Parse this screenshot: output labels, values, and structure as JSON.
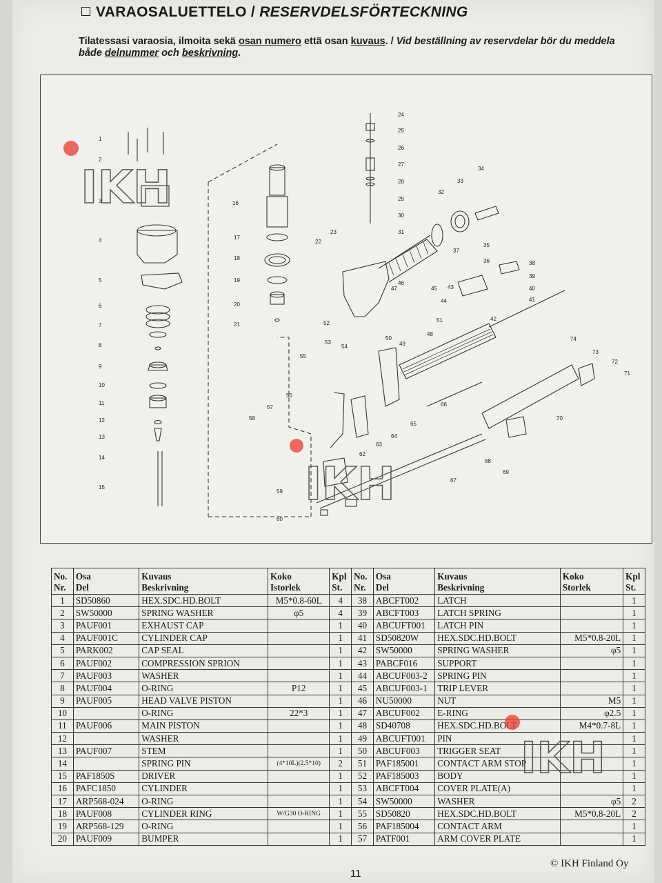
{
  "header": {
    "title_fi": "VARAOSALUETTELO",
    "title_sep": " / ",
    "title_sv": "RESERVDELSFÖRTECKNING",
    "intro": {
      "fi_1": "Tilatessasi varaosia, ilmoita sekä ",
      "fi_part_no": "osan numero",
      "fi_2": " että osan ",
      "fi_desc": "kuvaus",
      "fi_3": ". / ",
      "sv_1": "Vid beställning av reservdelar bör du meddela både ",
      "sv_part_no": "delnummer",
      "sv_2": " och ",
      "sv_desc": "beskrivning",
      "sv_3": "."
    }
  },
  "watermark": "IKH",
  "callouts": [
    "1",
    "2",
    "3",
    "4",
    "5",
    "6",
    "7",
    "8",
    "9",
    "10",
    "11",
    "12",
    "13",
    "14",
    "15",
    "16",
    "17",
    "18",
    "19",
    "20",
    "21",
    "22",
    "23",
    "24",
    "25",
    "26",
    "27",
    "28",
    "29",
    "30",
    "31",
    "32",
    "33",
    "34",
    "35",
    "36",
    "37",
    "38",
    "39",
    "40",
    "41",
    "42",
    "43",
    "44",
    "45",
    "46",
    "47",
    "48",
    "49",
    "50",
    "51",
    "52",
    "53",
    "54",
    "55",
    "56",
    "57",
    "58",
    "59",
    "60",
    "62",
    "63",
    "64",
    "65",
    "66",
    "67",
    "68",
    "69",
    "70",
    "71",
    "72",
    "73",
    "74"
  ],
  "table": {
    "headers": {
      "no": [
        "No.",
        "Nr."
      ],
      "part": [
        "Osa",
        "Del"
      ],
      "desc": [
        "Kuvaus",
        "Beskrivning"
      ],
      "size": [
        "Koko",
        "Istorlek"
      ],
      "qty": [
        "Kpl",
        "St."
      ],
      "size_right": [
        "Koko",
        "Storlek"
      ]
    },
    "left": [
      {
        "no": "1",
        "part": "SD50860",
        "desc": "HEX.SDC.HD.BOLT",
        "size": "M5*0.8-60L",
        "qty": "4"
      },
      {
        "no": "2",
        "part": "SW50000",
        "desc": "SPRING WASHER",
        "size": "φ5",
        "qty": "4"
      },
      {
        "no": "3",
        "part": "PAUF001",
        "desc": "EXHAUST CAP",
        "size": "",
        "qty": "1"
      },
      {
        "no": "4",
        "part": "PAUF001C",
        "desc": "CYLINDER CAP",
        "size": "",
        "qty": "1"
      },
      {
        "no": "5",
        "part": "PARK002",
        "desc": "CAP SEAL",
        "size": "",
        "qty": "1"
      },
      {
        "no": "6",
        "part": "PAUF002",
        "desc": "COMPRESSION SPRION",
        "size": "",
        "qty": "1"
      },
      {
        "no": "7",
        "part": "PAUF003",
        "desc": "WASHER",
        "size": "",
        "qty": "1"
      },
      {
        "no": "8",
        "part": "PAUF004",
        "desc": "O-RING",
        "size": "P12",
        "qty": "1"
      },
      {
        "no": "9",
        "part": "PAUF005",
        "desc": "HEAD VALVE PISTON",
        "size": "",
        "qty": "1"
      },
      {
        "no": "10",
        "part": "",
        "desc": "O-RING",
        "size": "22*3",
        "qty": "1"
      },
      {
        "no": "11",
        "part": "PAUF006",
        "desc": "MAIN PISTON",
        "size": "",
        "qty": "1"
      },
      {
        "no": "12",
        "part": "",
        "desc": "WASHER",
        "size": "",
        "qty": "1"
      },
      {
        "no": "13",
        "part": "PAUF007",
        "desc": "STEM",
        "size": "",
        "qty": "1"
      },
      {
        "no": "14",
        "part": "",
        "desc": "SPRING PIN",
        "size": "(4*10L)(2.5*10)",
        "qty": "2"
      },
      {
        "no": "15",
        "part": "PAF1850S",
        "desc": "DRIVER",
        "size": "",
        "qty": "1"
      },
      {
        "no": "16",
        "part": "PAFC1850",
        "desc": "CYLINDER",
        "size": "",
        "qty": "1"
      },
      {
        "no": "17",
        "part": "ARP568-024",
        "desc": "O-RING",
        "size": "",
        "qty": "1"
      },
      {
        "no": "18",
        "part": "PAUF008",
        "desc": "CYLINDER RING",
        "size": "W/G30 O-RING",
        "qty": "1"
      },
      {
        "no": "19",
        "part": "ARP568-129",
        "desc": "O-RING",
        "size": "",
        "qty": "1"
      },
      {
        "no": "20",
        "part": "PAUF009",
        "desc": "BUMPER",
        "size": "",
        "qty": "1"
      }
    ],
    "right": [
      {
        "no": "38",
        "part": "ABCFT002",
        "desc": "LATCH",
        "size": "",
        "qty": "1"
      },
      {
        "no": "39",
        "part": "ABCFT003",
        "desc": "LATCH SPRING",
        "size": "",
        "qty": "1"
      },
      {
        "no": "40",
        "part": "ABCUFT001",
        "desc": "LATCH PIN",
        "size": "",
        "qty": "1"
      },
      {
        "no": "41",
        "part": "SD50820W",
        "desc": "HEX.SDC.HD.BOLT",
        "size": "M5*0.8-20L",
        "qty": "1"
      },
      {
        "no": "42",
        "part": "SW50000",
        "desc": "SPRING WASHER",
        "size": "φ5",
        "qty": "1"
      },
      {
        "no": "43",
        "part": "PABCF016",
        "desc": "SUPPORT",
        "size": "",
        "qty": "1"
      },
      {
        "no": "44",
        "part": "ABCUF003-2",
        "desc": "SPRING PIN",
        "size": "",
        "qty": "1"
      },
      {
        "no": "45",
        "part": "ABCUF003-1",
        "desc": "TRIP LEVER",
        "size": "",
        "qty": "1"
      },
      {
        "no": "46",
        "part": "NU50000",
        "desc": "NUT",
        "size": "M5",
        "qty": "1"
      },
      {
        "no": "47",
        "part": "ABCUF002",
        "desc": "E-RING",
        "size": "φ2.5",
        "qty": "1"
      },
      {
        "no": "48",
        "part": "SD40708",
        "desc": "HEX.SDC.HD.BOLT",
        "size": "M4*0.7-8L",
        "qty": "1"
      },
      {
        "no": "49",
        "part": "ABCUFT001",
        "desc": "PIN",
        "size": "",
        "qty": "1"
      },
      {
        "no": "50",
        "part": "ABCUF003",
        "desc": "TRIGGER SEAT",
        "size": "",
        "qty": "1"
      },
      {
        "no": "51",
        "part": "PAF185001",
        "desc": "CONTACT ARM STOP",
        "size": "",
        "qty": "1"
      },
      {
        "no": "52",
        "part": "PAF185003",
        "desc": "BODY",
        "size": "",
        "qty": "1"
      },
      {
        "no": "53",
        "part": "ABCFT004",
        "desc": "COVER PLATE(A)",
        "size": "",
        "qty": "1"
      },
      {
        "no": "54",
        "part": "SW50000",
        "desc": "WASHER",
        "size": "φ5",
        "qty": "2"
      },
      {
        "no": "55",
        "part": "SD50820",
        "desc": "HEX.SDC.HD.BOLT",
        "size": "M5*0.8-20L",
        "qty": "2"
      },
      {
        "no": "56",
        "part": "PAF185004",
        "desc": "CONTACT ARM",
        "size": "",
        "qty": "1"
      },
      {
        "no": "57",
        "part": "PATF001",
        "desc": "ARM COVER PLATE",
        "size": "",
        "qty": "1"
      }
    ]
  },
  "footer": {
    "page_number": "11",
    "copyright": "© IKH Finland Oy"
  }
}
